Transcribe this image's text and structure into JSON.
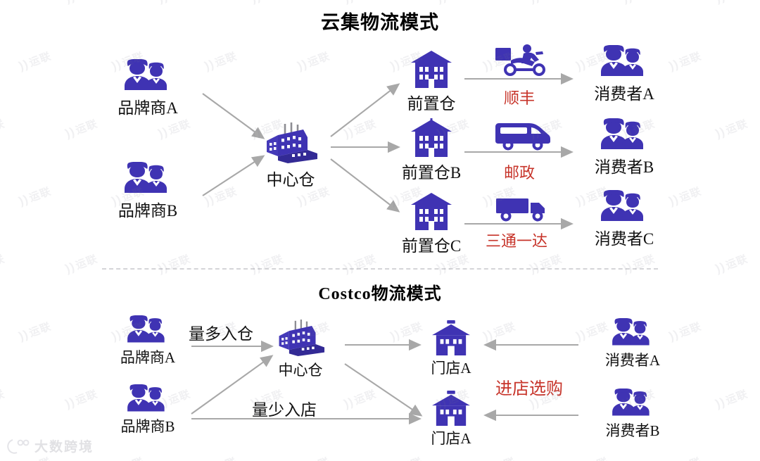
{
  "colors": {
    "icon_blue": "#3f33b3",
    "arrow_gray": "#a8a8a8",
    "red_label": "#c7342a",
    "text_black": "#111111",
    "divider_gray": "#d5d5d8",
    "watermark_gray": "rgba(120,120,140,0.115)"
  },
  "watermark": {
    "text": "运联",
    "brand_text": "大数跨境"
  },
  "sections": {
    "top": {
      "title": "云集物流模式",
      "brands": [
        {
          "id": "brand-a",
          "label": "品牌商A",
          "icon": "two-people-icon"
        },
        {
          "id": "brand-b",
          "label": "品牌商B",
          "icon": "two-people-icon"
        }
      ],
      "hub": {
        "id": "central-warehouse",
        "label": "中心仓",
        "icon": "factory-icon"
      },
      "forward_warehouses": [
        {
          "id": "fw-a",
          "label": "前置仓",
          "icon": "building-icon"
        },
        {
          "id": "fw-b",
          "label": "前置仓B",
          "icon": "building-icon"
        },
        {
          "id": "fw-c",
          "label": "前置仓C",
          "icon": "building-icon"
        }
      ],
      "carriers": [
        {
          "id": "carrier-sf",
          "label": "顺丰",
          "icon": "scooter-delivery-icon"
        },
        {
          "id": "carrier-post",
          "label": "邮政",
          "icon": "van-icon"
        },
        {
          "id": "carrier-stong",
          "label": "三通一达",
          "icon": "truck-icon"
        }
      ],
      "consumers": [
        {
          "id": "consumer-a",
          "label": "消费者A",
          "icon": "two-people-icon"
        },
        {
          "id": "consumer-b",
          "label": "消费者B",
          "icon": "two-people-icon"
        },
        {
          "id": "consumer-c",
          "label": "消费者C",
          "icon": "two-people-icon"
        }
      ]
    },
    "bottom": {
      "title": "Costco物流模式",
      "brands": [
        {
          "id": "c-brand-a",
          "label": "品牌商A",
          "icon": "two-people-icon"
        },
        {
          "id": "c-brand-b",
          "label": "品牌商B",
          "icon": "two-people-icon"
        }
      ],
      "hub": {
        "id": "c-central-warehouse",
        "label": "中心仓",
        "icon": "factory-icon"
      },
      "flow_labels": [
        {
          "id": "flow-bulk-to-warehouse",
          "label": "量多入仓"
        },
        {
          "id": "flow-small-to-store",
          "label": "量少入店"
        }
      ],
      "stores": [
        {
          "id": "store-1",
          "label": "门店A",
          "icon": "store-house-icon"
        },
        {
          "id": "store-2",
          "label": "门店A",
          "icon": "store-house-icon"
        }
      ],
      "shop_label": {
        "id": "in-store-shopping",
        "label": "进店选购"
      },
      "consumers": [
        {
          "id": "c-consumer-a",
          "label": "消费者A",
          "icon": "two-people-icon"
        },
        {
          "id": "c-consumer-b",
          "label": "消费者B",
          "icon": "two-people-icon"
        }
      ]
    }
  }
}
